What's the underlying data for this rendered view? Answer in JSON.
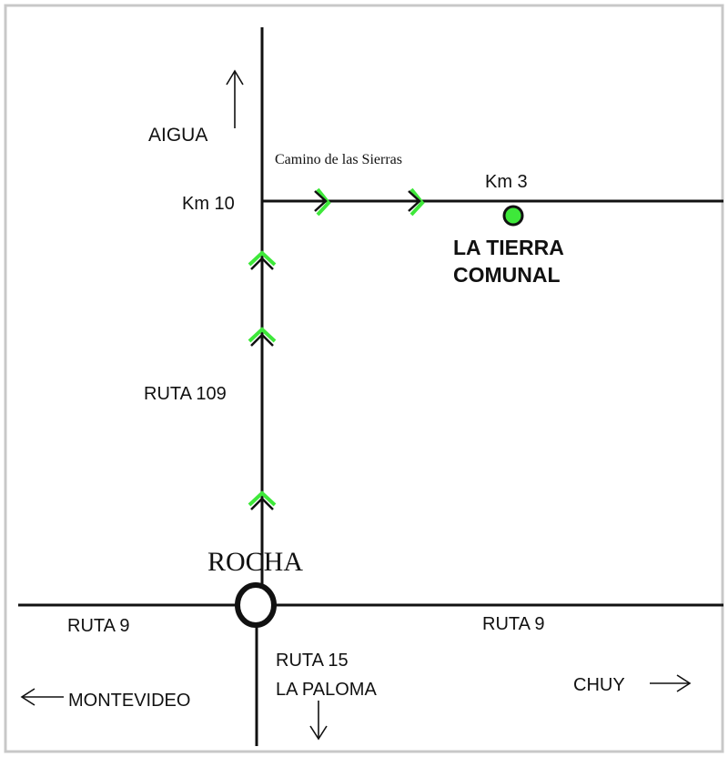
{
  "colors": {
    "road": "#111111",
    "accent_green": "#3ee83a",
    "frame": "#9a9a9a"
  },
  "labels": {
    "aigua": "AIGUA",
    "camino": "Camino de las Sierras",
    "km10": "Km 10",
    "km3": "Km 3",
    "destination_line1": "LA TIERRA",
    "destination_line2": "COMUNAL",
    "ruta109": "RUTA 109",
    "rocha": "ROCHA",
    "ruta9_left": "RUTA 9",
    "ruta9_right": "RUTA 9",
    "ruta15": "RUTA 15",
    "la_paloma": "LA PALOMA",
    "montevideo": "MONTEVIDEO",
    "chuy": "CHUY"
  }
}
